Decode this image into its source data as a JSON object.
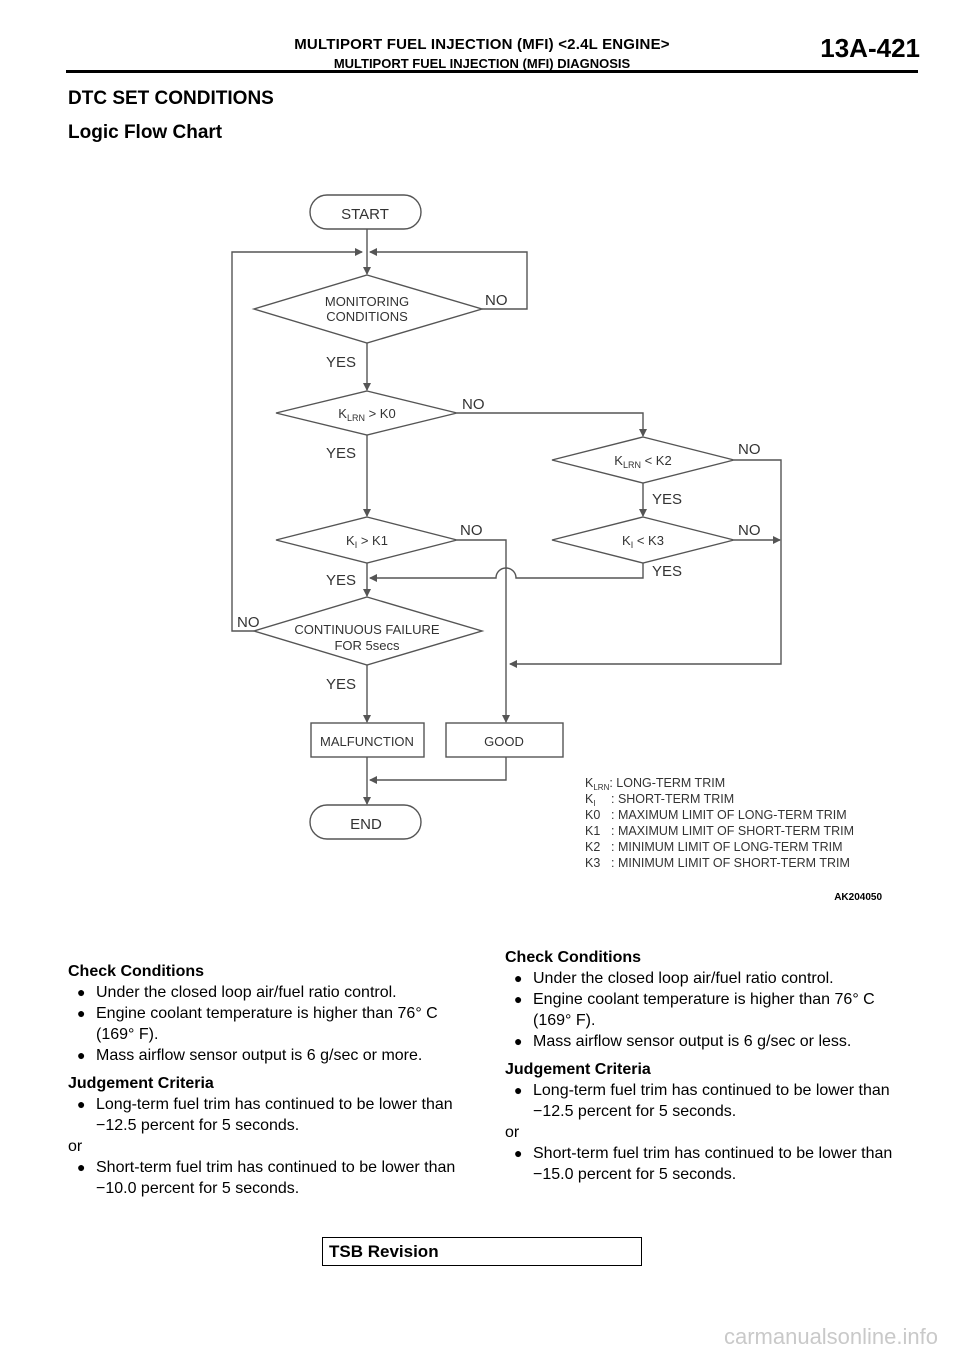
{
  "header": {
    "title": "MULTIPORT FUEL INJECTION (MFI) <2.4L ENGINE>",
    "subtitle": "MULTIPORT FUEL INJECTION (MFI) DIAGNOSIS",
    "page_number": "13A-421"
  },
  "section_title": "DTC SET CONDITIONS",
  "subsection_title": "Logic Flow Chart",
  "flowchart": {
    "start": "START",
    "end": "END",
    "monitoring_1": "MONITORING",
    "monitoring_2": "CONDITIONS",
    "klrn_k0_main": "K",
    "klrn_k0_sub": "LRN",
    "klrn_k0_rest": " > K0",
    "klrn_k2_main": "K",
    "klrn_k2_sub": "LRN",
    "klrn_k2_rest": " < K2",
    "ki_k1_main": "K",
    "ki_k1_sub": "I",
    "ki_k1_rest": " > K1",
    "ki_k3_main": "K",
    "ki_k3_sub": "I",
    "ki_k3_rest": " < K3",
    "continuous_1": "CONTINUOUS FAILURE",
    "continuous_2": "FOR 5secs",
    "malfunction": "MALFUNCTION",
    "good": "GOOD",
    "yes": "YES",
    "no": "NO",
    "figure_id": "AK204050",
    "legend": {
      "klrn_main": "K",
      "klrn_sub": "LRN",
      "klrn_desc": ": LONG-TERM TRIM",
      "ki_main": "K",
      "ki_sub": "I",
      "ki_desc": ": SHORT-TERM TRIM",
      "k0_key": "K0",
      "k0_desc": ": MAXIMUM LIMIT OF LONG-TERM TRIM",
      "k1_key": "K1",
      "k1_desc": ": MAXIMUM LIMIT OF SHORT-TERM TRIM",
      "k2_key": "K2",
      "k2_desc": ": MINIMUM LIMIT OF LONG-TERM TRIM",
      "k3_key": "K3",
      "k3_desc": ": MINIMUM LIMIT OF SHORT-TERM TRIM"
    }
  },
  "left_column": {
    "check_heading": "Check Conditions",
    "check_items": [
      "Under the closed loop air/fuel ratio control.",
      "Engine coolant temperature is higher than 76° C (169° F).",
      "Mass airflow sensor output is 6 g/sec or more."
    ],
    "judgement_heading": "Judgement Criteria",
    "judgement_item_1": "Long-term fuel trim has continued to be lower than −12.5 percent for 5 seconds.",
    "or_text": "or",
    "judgement_item_2": "Short-term fuel trim has continued to be lower than −10.0 percent for 5 seconds."
  },
  "right_column": {
    "check_heading": "Check Conditions",
    "check_items": [
      "Under the closed loop air/fuel ratio control.",
      "Engine coolant temperature is higher than 76° C (169° F).",
      "Mass airflow sensor output is 6 g/sec or less."
    ],
    "judgement_heading": "Judgement Criteria",
    "judgement_item_1": "Long-term fuel trim has continued to be lower than −12.5 percent for 5 seconds.",
    "or_text": "or",
    "judgement_item_2": "Short-term fuel trim has continued to be lower than −15.0 percent for 5 seconds."
  },
  "footer": {
    "tsb_label": "TSB Revision",
    "watermark": "carmanualsonline.info"
  }
}
